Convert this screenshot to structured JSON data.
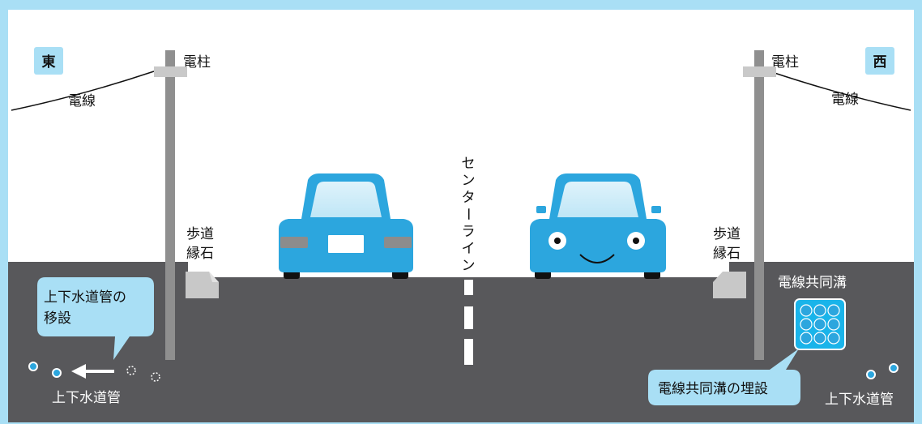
{
  "labels": {
    "east": "東",
    "west": "西",
    "utility_pole_left": "電柱",
    "utility_pole_right": "電柱",
    "power_line_left": "電線",
    "power_line_right": "電線",
    "curb_left_line1": "歩道",
    "curb_left_line2": "縁石",
    "curb_right_line1": "歩道",
    "curb_right_line2": "縁石",
    "center_line_chars": [
      "セ",
      "ン",
      "タ",
      "ー",
      "ラ",
      "イ",
      "ン"
    ],
    "relocation_line1": "上下水道管の",
    "relocation_line2": "移設",
    "water_pipe_left": "上下水道管",
    "water_pipe_right": "上下水道管",
    "utility_trench": "電線共同溝",
    "trench_burial": "電線共同溝の埋設"
  },
  "colors": {
    "frame": "#a9dff5",
    "road": "#58585b",
    "pole": "#8f8f8f",
    "car_body": "#2ca6de",
    "label_box": "#a9dff5",
    "pipe_fill": "#2ca6de",
    "trench_fill": "#19b4ea"
  }
}
